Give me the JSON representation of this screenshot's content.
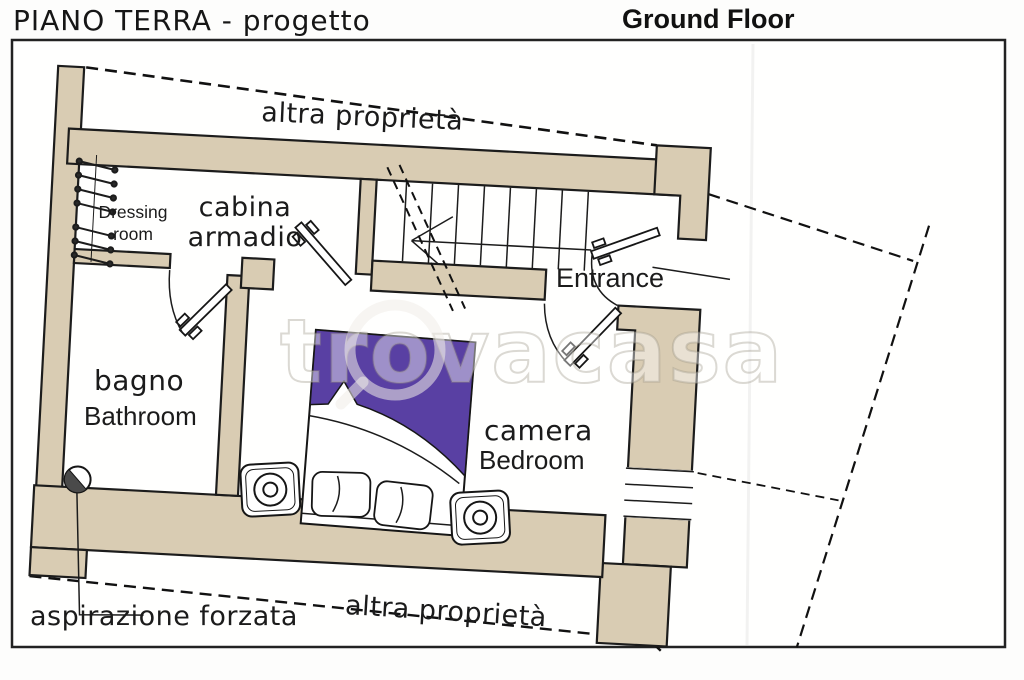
{
  "header": {
    "title_left": "PIANO TERRA - progetto",
    "title_right": "Ground Floor"
  },
  "plan": {
    "boundary_labels": {
      "top": "altra proprietà",
      "bottom": "altra proprietà"
    },
    "rooms": {
      "dressing_lines": [
        "Dressing",
        "room"
      ],
      "cabina_lines": [
        "cabina",
        "armadio"
      ],
      "bagno_it": "bagno",
      "bagno_en": "Bathroom",
      "camera_it": "camera",
      "camera_en": "Bedroom",
      "entrance_en": "Entrance"
    },
    "annotations": {
      "vent": "aspirazione forzata"
    },
    "colors": {
      "wall": "#d9ccb3",
      "bed_blanket": "#5940a3",
      "outline": "#1c1c1c",
      "vent_dark": "#4a4a4a"
    }
  },
  "watermark": {
    "text": "trovacasa"
  }
}
